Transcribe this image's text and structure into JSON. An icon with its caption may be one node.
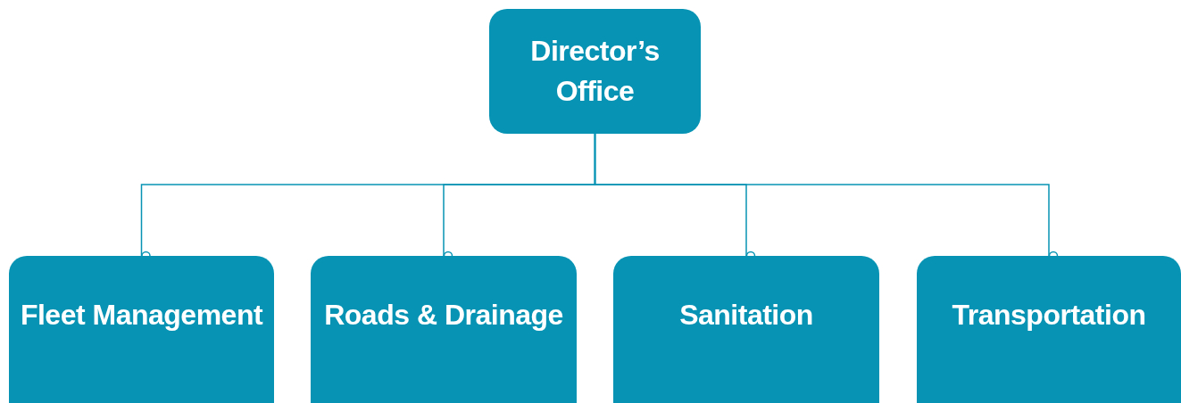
{
  "diagram": {
    "nodes": [
      {
        "text": [
          "Director’s Office"
        ]
      },
      {
        "text": [
          "Fleet Management"
        ]
      },
      {
        "text": [
          "Roads & Drainage"
        ]
      },
      {
        "text": [
          "Sanitation"
        ]
      },
      {
        "text": [
          "Transportation"
        ]
      }
    ],
    "edges": [
      {
        "from": 0,
        "to": 1,
        "arrow": "other"
      },
      {
        "from": 0,
        "to": 2,
        "arrow": "other"
      },
      {
        "from": 0,
        "to": 3,
        "arrow": "other"
      },
      {
        "from": 0,
        "to": 4,
        "arrow": "other"
      }
    ]
  }
}
